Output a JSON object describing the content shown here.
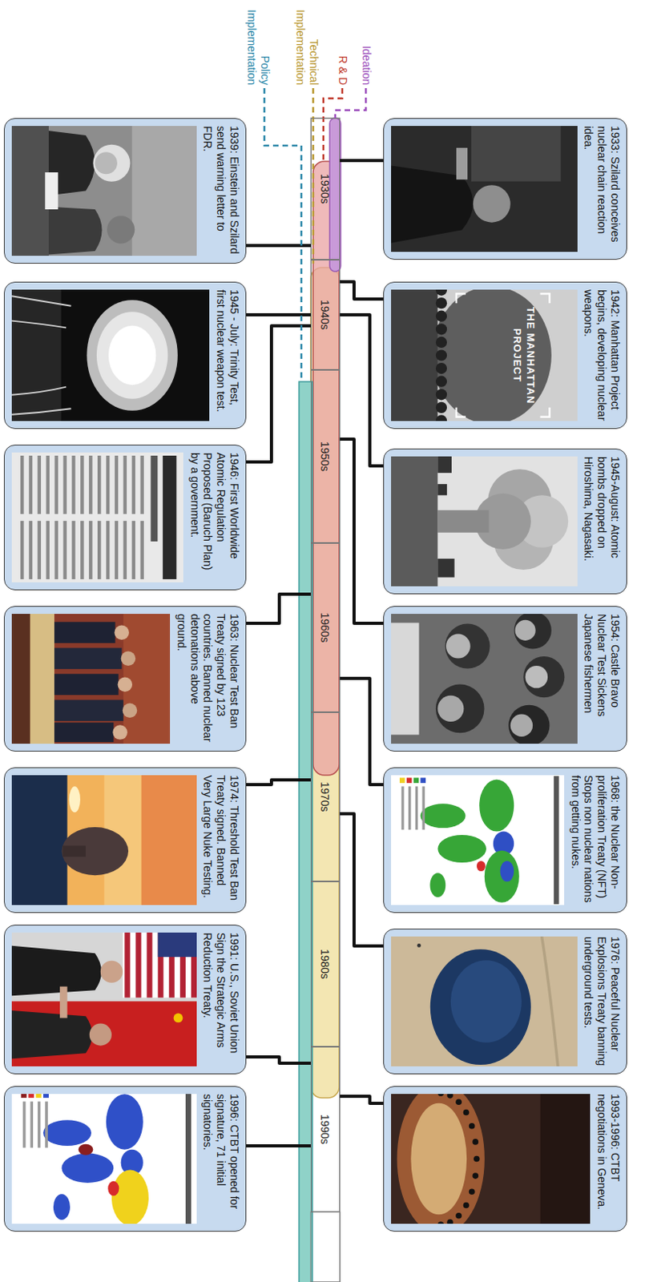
{
  "diagram": {
    "nodes": [
      {
        "text": [
          "1930s"
        ]
      },
      {
        "text": [
          "1940s"
        ]
      },
      {
        "text": [
          "1950s"
        ]
      },
      {
        "text": [
          "1960s"
        ]
      },
      {
        "text": [
          "1970s"
        ]
      },
      {
        "text": [
          "1980s"
        ]
      },
      {
        "text": [
          "1990s"
        ]
      },
      {
        "text": [
          "1933: Szilard conceives nuclear chain reaction idea."
        ]
      },
      {
        "text": [
          "1939: Einstein and Szilard send warning letter to FDR."
        ]
      },
      {
        "text": [
          "1942: Manhattan Project begins, developing nuclear weapons."
        ]
      },
      {
        "text": [
          "1945 - July: Trinity Test, first nuclear weapon test."
        ]
      },
      {
        "text": [
          "1945-August: Atomic bombs dropped on Hiroshima, Nagasaki."
        ]
      },
      {
        "text": [
          "1946: First Worldwide Atomic Regulation Proposed (Baruch Plan) by a government."
        ]
      },
      {
        "text": [
          "1954: Castle Bravo Nuclear Test Sickens Japanese fishermen"
        ]
      },
      {
        "text": [
          "1963: Nuclear Test Ban Treaty signed by 123 countries. Banned nuclear detonations above ground."
        ]
      },
      {
        "text": [
          "1968: the Nuclear Non-proliferation Treaty (NFT) Stops non nuclear nations from getting nukes."
        ]
      },
      {
        "text": [
          "1974: Threshold Test Ban Treaty signed. Banned Very Large Nuke Testing."
        ]
      },
      {
        "text": [
          "1976: Peaceful Nuclear Explosions Treaty banning underground tests."
        ]
      },
      {
        "text": [
          "1991: U.S., Soviet Union Sign the Strategic Arms Reduction Treaty."
        ]
      },
      {
        "text": [
          "1993-1996: CTBT negotiations in Geneva."
        ]
      },
      {
        "text": [
          "1996: CTBT opened for signature, 71 initial signatories."
        ]
      }
    ],
    "edges": [
      {
        "from": 7,
        "to": 0,
        "arrow": "none"
      },
      {
        "from": 8,
        "to": 0,
        "arrow": "none"
      },
      {
        "from": 9,
        "to": 1,
        "arrow": "none"
      },
      {
        "from": 10,
        "to": 1,
        "arrow": "none"
      },
      {
        "from": 11,
        "to": 1,
        "arrow": "none"
      },
      {
        "from": 12,
        "to": 1,
        "arrow": "none"
      },
      {
        "from": 13,
        "to": 2,
        "arrow": "none"
      },
      {
        "from": 14,
        "to": 3,
        "arrow": "none"
      },
      {
        "from": 15,
        "to": 3,
        "arrow": "none"
      },
      {
        "from": 16,
        "to": 4,
        "arrow": "none"
      },
      {
        "from": 17,
        "to": 4,
        "arrow": "none"
      },
      {
        "from": 18,
        "to": 6,
        "arrow": "none"
      },
      {
        "from": 19,
        "to": 6,
        "arrow": "none"
      },
      {
        "from": 20,
        "to": 6,
        "arrow": "none"
      }
    ],
    "labels": [
      "THE MANHATTAN PROJECT"
    ],
    "legend": [
      {
        "text": "Ideation",
        "color": "#9b4dbb"
      },
      {
        "text": "R & D",
        "color": "#c0392b"
      },
      {
        "text": "Technical Implementation",
        "color": "#b8962e"
      },
      {
        "text": "Policy Implementation",
        "color": "#2a86a8"
      }
    ]
  }
}
